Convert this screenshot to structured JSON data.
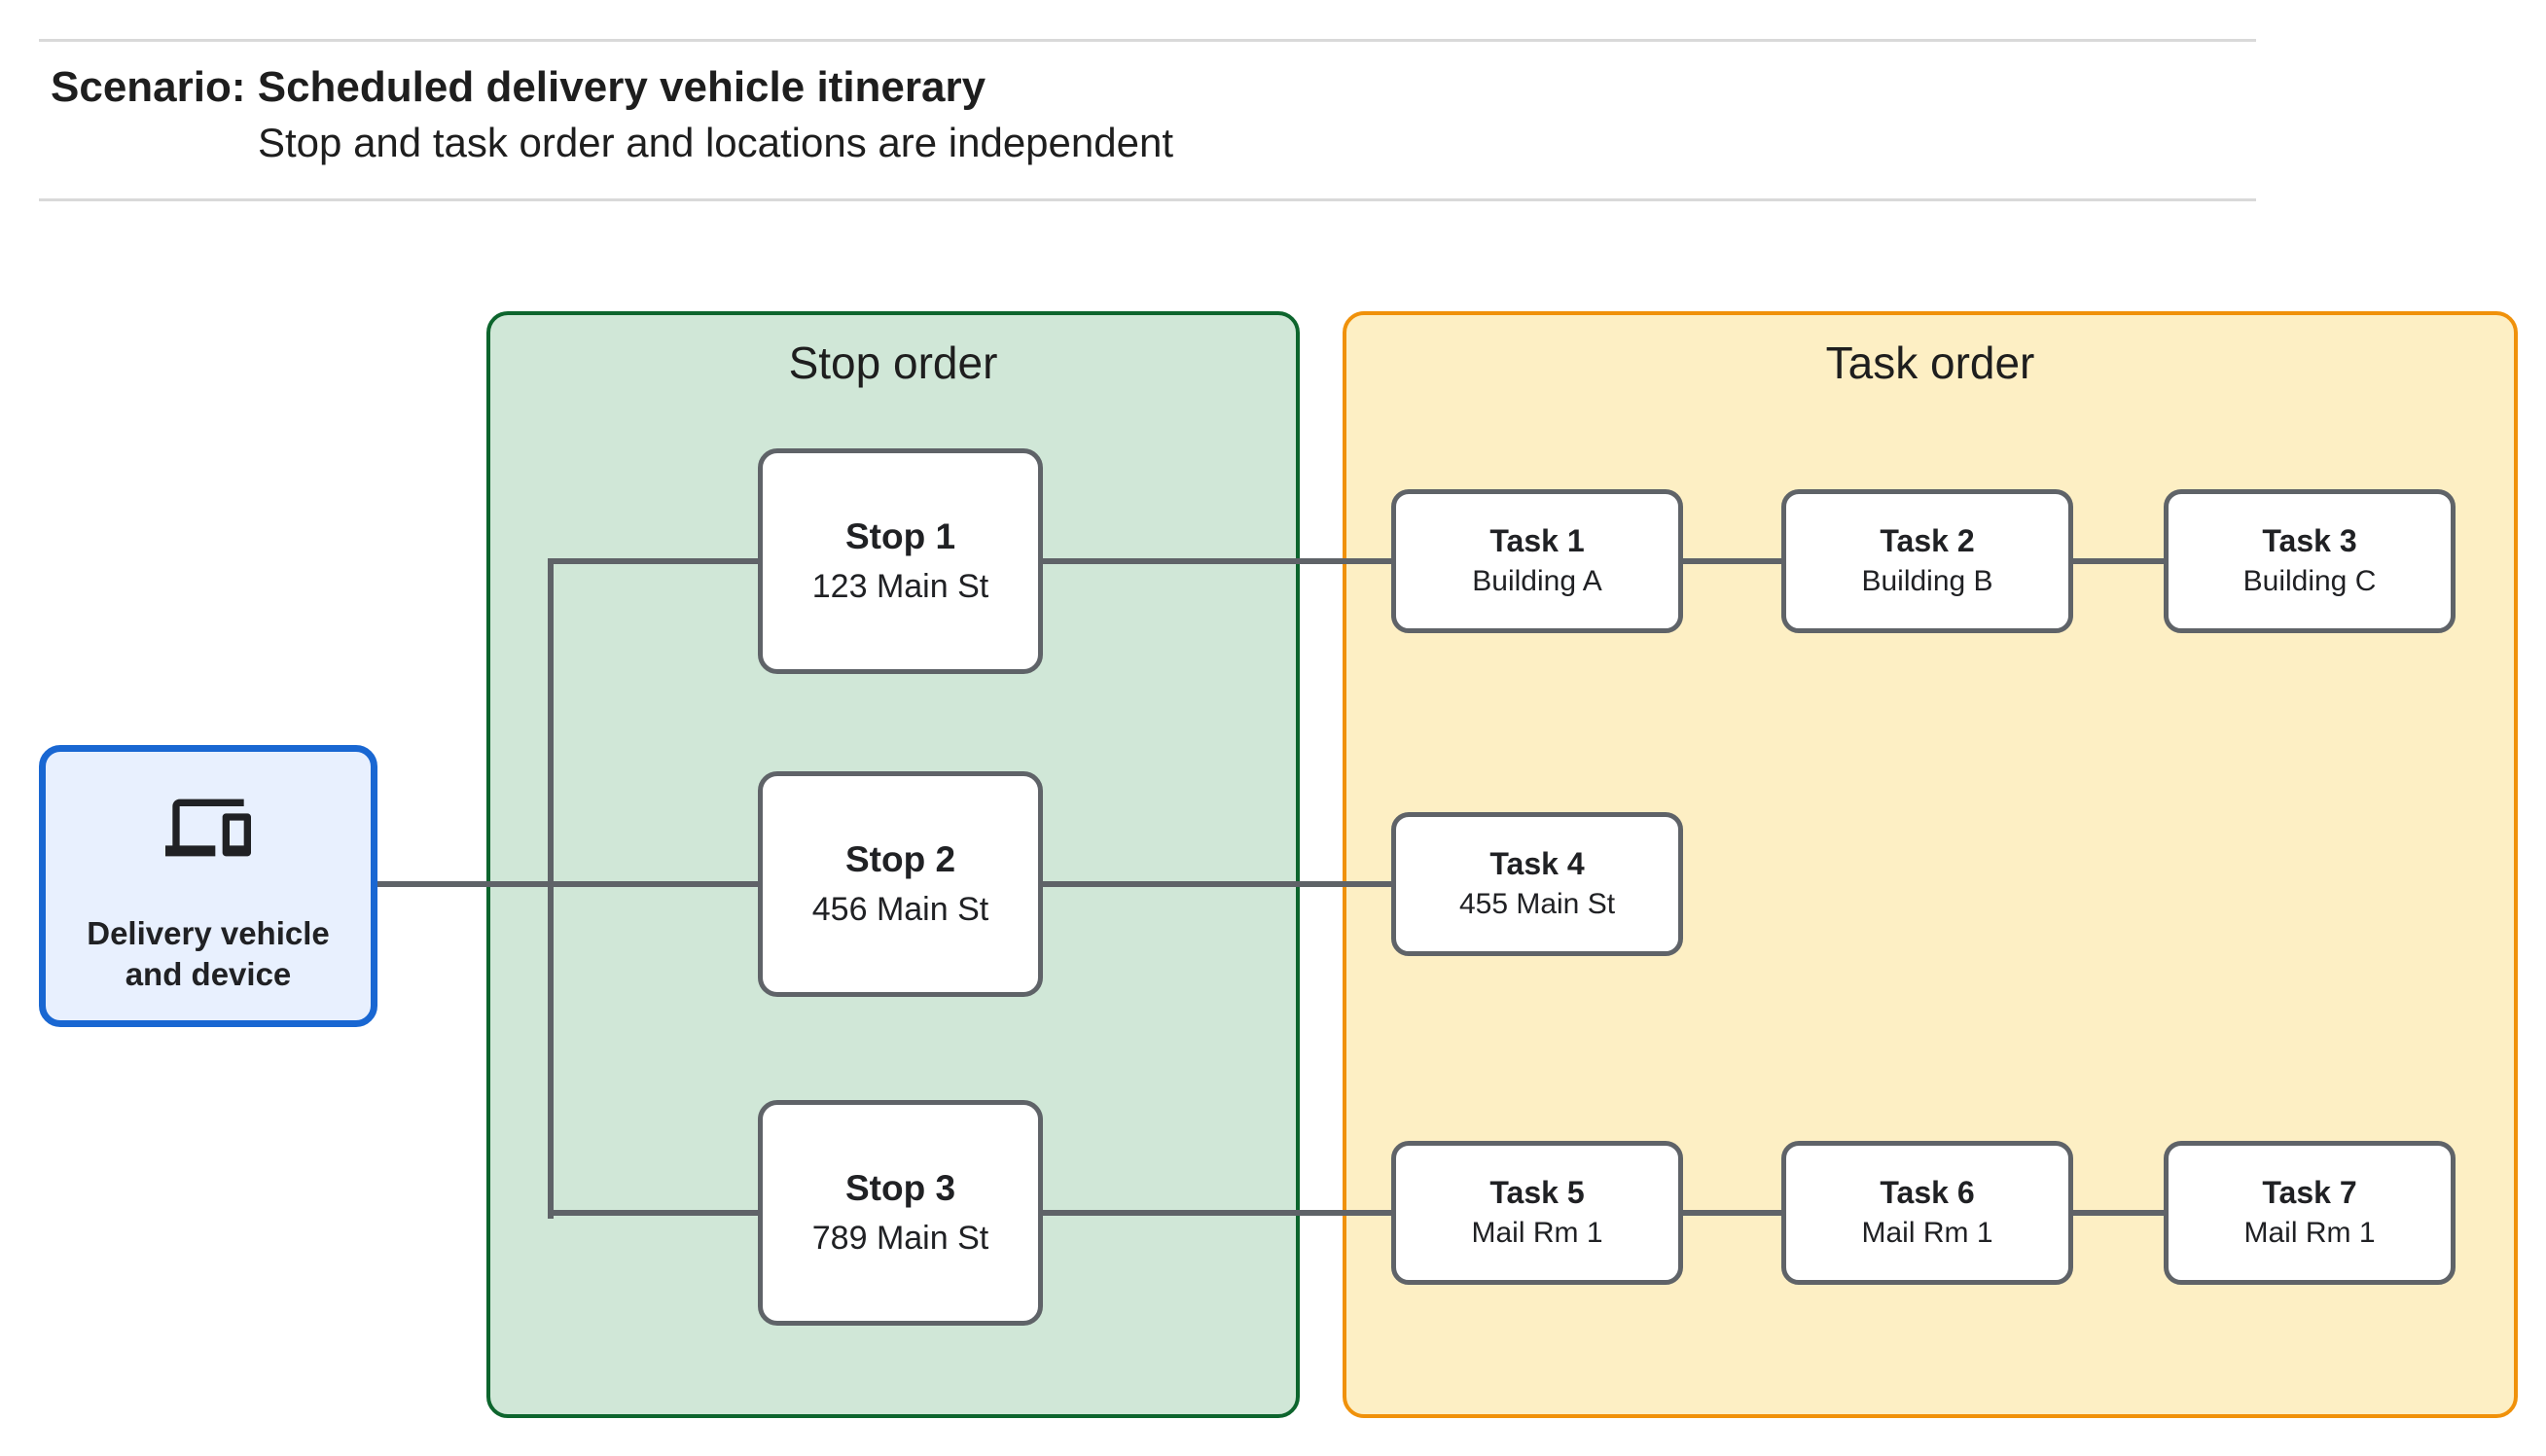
{
  "page": {
    "title": "Scenario: Scheduled delivery vehicle itinerary",
    "subtitle": "Stop and task order and locations are independent"
  },
  "vehicle": {
    "label_line1": "Delivery vehicle",
    "label_line2": "and device",
    "icon": "devices-icon"
  },
  "stop_panel": {
    "label": "Stop order",
    "fill": "#D0E7D7",
    "border": "#0D652D"
  },
  "task_panel": {
    "label": "Task order",
    "fill": "#FDEFC4",
    "border": "#F0910A"
  },
  "stops": [
    {
      "title": "Stop 1",
      "location": "123 Main St"
    },
    {
      "title": "Stop 2",
      "location": "456 Main St"
    },
    {
      "title": "Stop 3",
      "location": "789 Main St"
    }
  ],
  "tasks": [
    {
      "title": "Task 1",
      "location": "Building A"
    },
    {
      "title": "Task 2",
      "location": "Building B"
    },
    {
      "title": "Task 3",
      "location": "Building C"
    },
    {
      "title": "Task 4",
      "location": "455 Main St"
    },
    {
      "title": "Task 5",
      "location": "Mail Rm 1"
    },
    {
      "title": "Task 6",
      "location": "Mail Rm 1"
    },
    {
      "title": "Task 7",
      "location": "Mail Rm 1"
    }
  ],
  "colors": {
    "connector": "#5F6368",
    "node_border": "#5F6368",
    "vehicle_fill": "#E8F0FE",
    "vehicle_border": "#1967D2",
    "text": "#202124",
    "hairline": "#D9D9D9"
  }
}
